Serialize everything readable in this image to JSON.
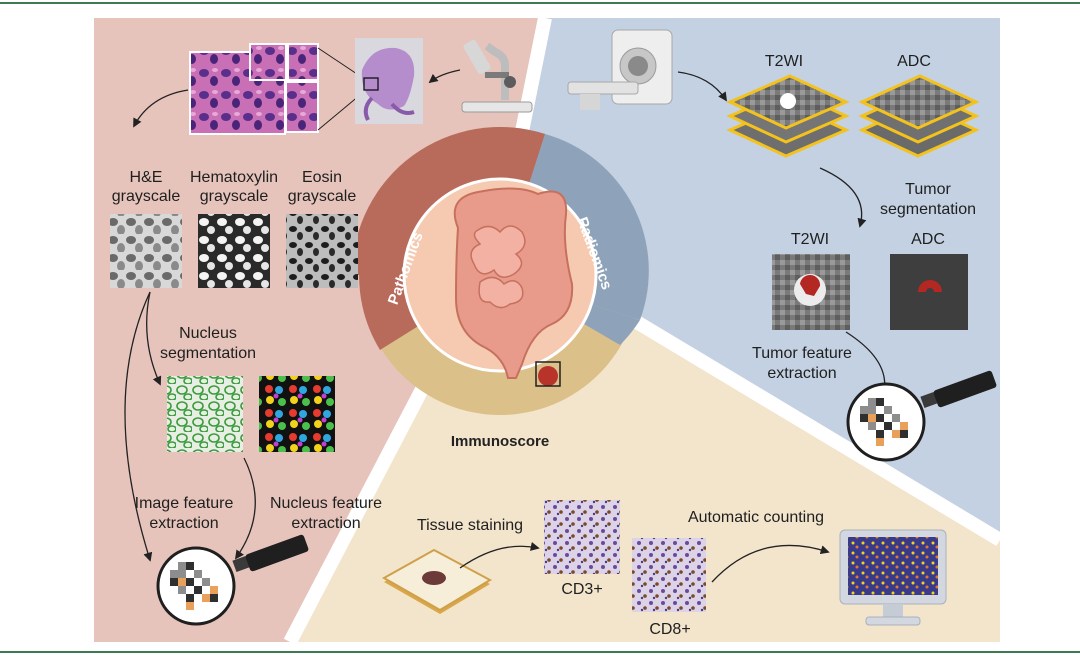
{
  "colors": {
    "pathomics_bg": "#e6c4bb",
    "radiomics_bg": "#c3d1e2",
    "immunoscore_bg": "#f3e4cc",
    "pathomics_ring": "#b86b5a",
    "radiomics_ring": "#8ea3ba",
    "immunoscore_ring": "#dcc08a",
    "core": "#f6c9b1",
    "frame_line": "#3c7a52",
    "feature_orange": "#e8a05a",
    "feature_gray": "#8d8d8d",
    "feature_dark": "#2f2f2f"
  },
  "center": {
    "ring_labels": {
      "pathomics": "Pathomics",
      "radiomics": "Radiomics",
      "immunoscore": "Immunoscore"
    },
    "organ_icon": "colon-icon"
  },
  "pathomics": {
    "microscope_icon": "microscope-icon",
    "slide_icon": "whole-slide-image",
    "patch_icon": "he-patch-tiles",
    "grayscale_items": [
      {
        "line1": "H&E",
        "line2": "grayscale"
      },
      {
        "line1": "Hematoxylin",
        "line2": "grayscale"
      },
      {
        "line1": "Eosin",
        "line2": "grayscale"
      }
    ],
    "nucleus_seg_line1": "Nucleus",
    "nucleus_seg_line2": "segmentation",
    "image_feature_line1": "Image feature",
    "image_feature_line2": "extraction",
    "nucleus_feature_line1": "Nucleus feature",
    "nucleus_feature_line2": "extraction"
  },
  "radiomics": {
    "scanner_icon": "mri-scanner-icon",
    "stack_labels": [
      "T2WI",
      "ADC"
    ],
    "tumor_seg_line1": "Tumor",
    "tumor_seg_line2": "segmentation",
    "seg_labels": [
      "T2WI",
      "ADC"
    ],
    "tumor_feature_line1": "Tumor feature",
    "tumor_feature_line2": "extraction"
  },
  "immunoscore": {
    "tissue_staining": "Tissue staining",
    "cd3": "CD3+",
    "cd8": "CD8+",
    "automatic_counting": "Automatic counting",
    "monitor_icon": "monitor-icon",
    "slide_icon": "tissue-slide-icon"
  }
}
